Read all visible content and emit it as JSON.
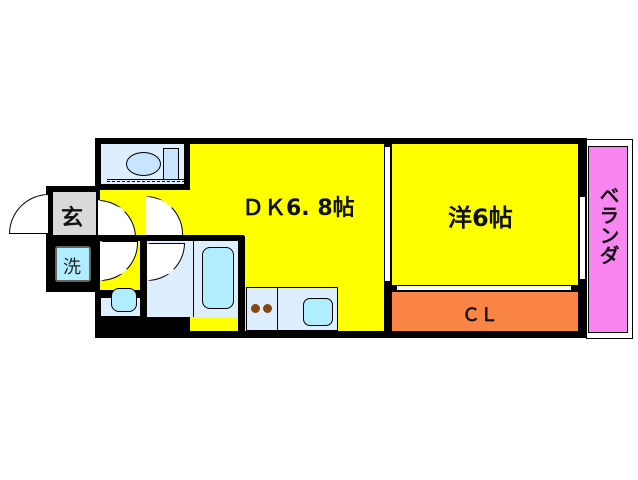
{
  "floorplan": {
    "rooms": {
      "dk": {
        "label": "ＤＫ6. 8帖",
        "color": "#ffff00"
      },
      "western": {
        "label": "洋6帖",
        "color": "#ffff00"
      },
      "closet": {
        "label": "ＣＬ",
        "color": "#f98445"
      },
      "veranda": {
        "label": "ベランダ",
        "color": "#f986f0"
      },
      "entrance": {
        "label": "玄",
        "color": "#d9d9d9"
      },
      "washer": {
        "label": "洗",
        "color": "#b0eeff"
      },
      "toilet": {
        "label": "",
        "color": "#ddeeff"
      },
      "bathroom": {
        "label": "",
        "color": "#ddeeff"
      },
      "washbasin": {
        "label": "",
        "color": "#ddeeff"
      },
      "kitchen": {
        "label": "",
        "color": "#ddeeff"
      }
    },
    "colors": {
      "wall": "#000000",
      "fixture": "#b0eeff",
      "stove": "#8b4513"
    }
  }
}
